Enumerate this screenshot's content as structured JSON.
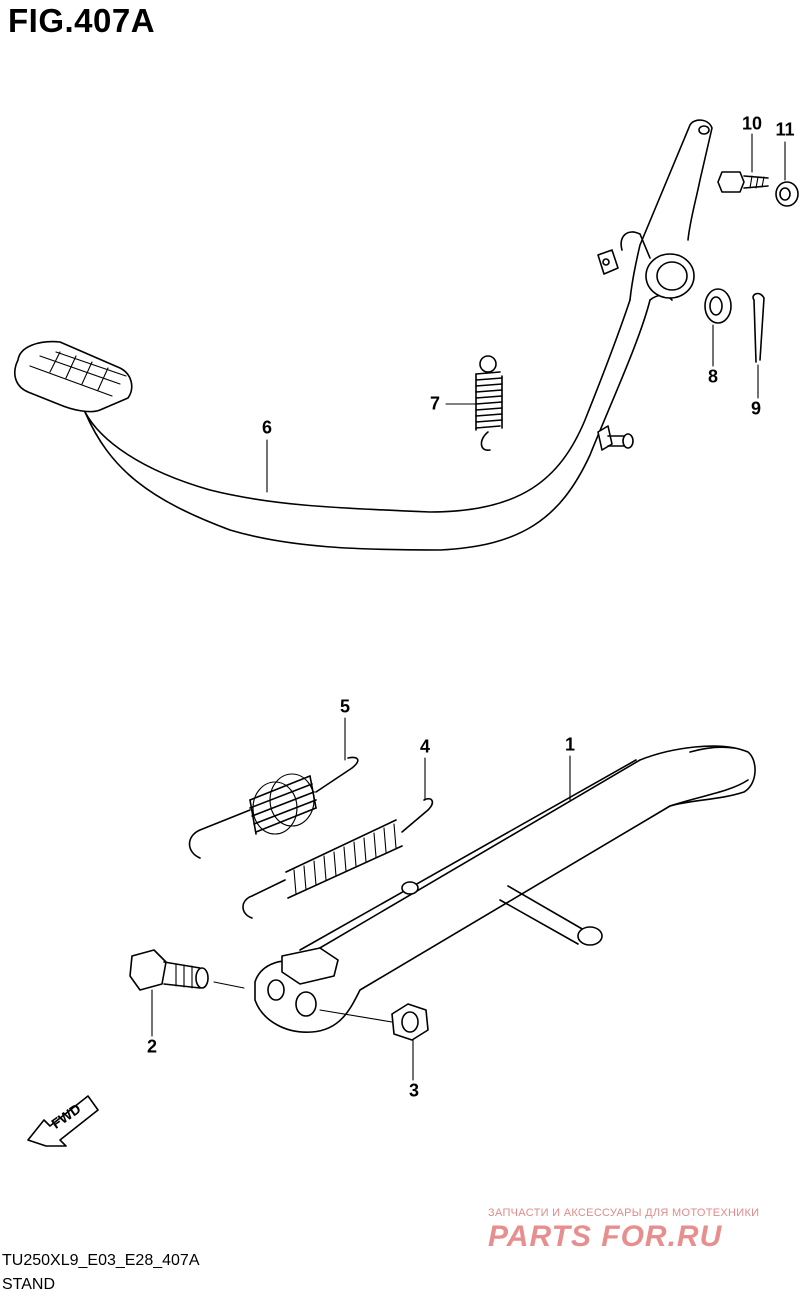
{
  "figure": {
    "title": "FIG.407A",
    "code": "TU250XL9_E03_E28_407A",
    "name": "STAND"
  },
  "callouts": [
    {
      "id": "part-1",
      "label": "1"
    },
    {
      "id": "part-2",
      "label": "2"
    },
    {
      "id": "part-3",
      "label": "3"
    },
    {
      "id": "part-4",
      "label": "4"
    },
    {
      "id": "part-5",
      "label": "5"
    },
    {
      "id": "part-6",
      "label": "6"
    },
    {
      "id": "part-7",
      "label": "7"
    },
    {
      "id": "part-8",
      "label": "8"
    },
    {
      "id": "part-9",
      "label": "9"
    },
    {
      "id": "part-10",
      "label": "10"
    },
    {
      "id": "part-11",
      "label": "11"
    }
  ],
  "direction_marker": {
    "label": "FWD"
  },
  "watermark": {
    "tagline": "ЗАПЧАСТИ И АКСЕССУАРЫ ДЛЯ МОТОТЕХНИКИ",
    "logo": "PARTS FOR.RU"
  }
}
